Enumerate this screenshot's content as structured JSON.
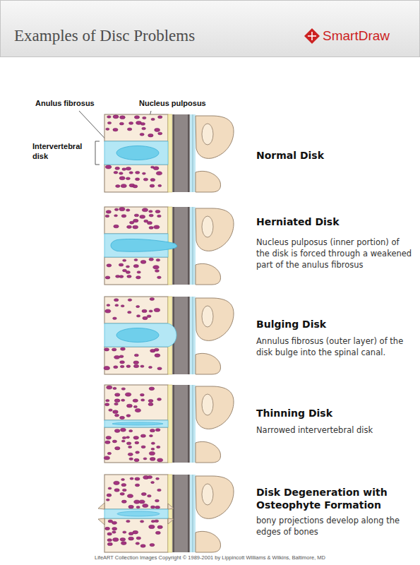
{
  "diagram": {
    "title": "Examples of Disc Problems",
    "caption": "LifeART Collection Images Copyright © 1989-2001 by Lippincott Williams & Wilkins, Baltimore, MD",
    "labels": [
      "SmartDraw",
      "Anulus fibrosus",
      "Nucleus pulposus",
      "Intervertebral disk",
      "Normal Disk",
      "Herniated Disk",
      "Nucleus pulposus (inner portion) of the disk is forced through a weakened part of the anulus fibrosus",
      "Bulging Disk",
      "Annulus fibrosus (outer layer) of the disk bulge into the spinal canal.",
      "Thinning Disk",
      "Narrowed intervertebral disk",
      "Disk Degeneration with Osteophyte Formation",
      "bony projections develop along the edges of bones"
    ]
  }
}
